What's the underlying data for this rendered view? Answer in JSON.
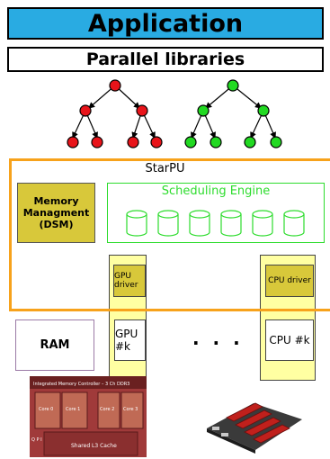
{
  "application": "Application",
  "parallel_libraries": "Parallel libraries",
  "starpu": {
    "label": "StarPU",
    "memory": [
      "Memory",
      "Managment",
      "(DSM)"
    ],
    "scheduling_engine": "Scheduling Engine"
  },
  "drivers": {
    "gpu": "GPU driver",
    "cpu": "CPU driver"
  },
  "units": {
    "ram": "RAM",
    "gpu": "GPU #k",
    "cpu": "CPU #k",
    "ellipsis": ". . ."
  },
  "colors": {
    "application_bg": "#29abe2",
    "starpu_border": "#f7a21b",
    "scheduling_border": "#2ddc2d",
    "tree_red": "#e8141a",
    "tree_green": "#22d922",
    "memory_bg": "#d8c83a",
    "lane_bg": "#ffffa2"
  },
  "photos": {
    "cpu_die_header": "Integrated Memory Controller – 3 Ch DDR3",
    "cpu_die_cores": [
      "Core 0",
      "Core 1",
      "Core 2",
      "Core 3"
    ],
    "cpu_die_cache": "Shared L3 Cache",
    "cpu_die_side": "Q P I"
  }
}
